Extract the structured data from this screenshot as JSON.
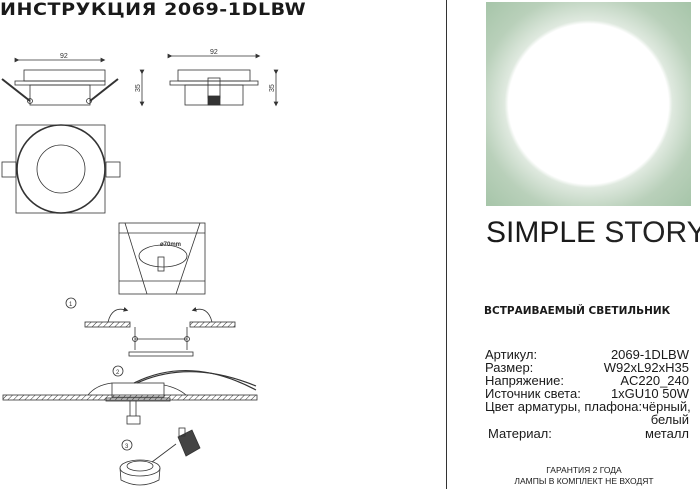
{
  "title": "ИНСТРУКЦИЯ 2069-1DLBW",
  "drawings": {
    "width_dim_left": "92",
    "width_dim_right": "92",
    "height_dim_left": "35",
    "height_dim_right": "35",
    "cutout_label": "ø70mm",
    "steps": [
      "1",
      "2",
      "3"
    ]
  },
  "brand": {
    "name_bold": "SIMPLE",
    "name_light": "STORY",
    "accent": "#a3c3a6"
  },
  "product_type": "ВСТРАИВАЕМЫЙ СВЕТИЛЬНИК",
  "specs": [
    {
      "label": "Артикул:",
      "value": "2069-1DLBW"
    },
    {
      "label": "Размер:",
      "value": "W92xL92xH35"
    },
    {
      "label": "Напряжение:",
      "value": "AC220_240"
    },
    {
      "label": "Источник света:",
      "value": "1xGU10 50W"
    },
    {
      "label": "Цвет арматуры, плафона:",
      "value": "чёрный,"
    },
    {
      "label": "",
      "value": "белый"
    },
    {
      "label": "Материал:",
      "value": "металл"
    }
  ],
  "footer": [
    "ГАРАНТИЯ 2 ГОДА",
    "ЛАМПЫ В КОМПЛЕКТ НЕ ВХОДЯТ"
  ]
}
